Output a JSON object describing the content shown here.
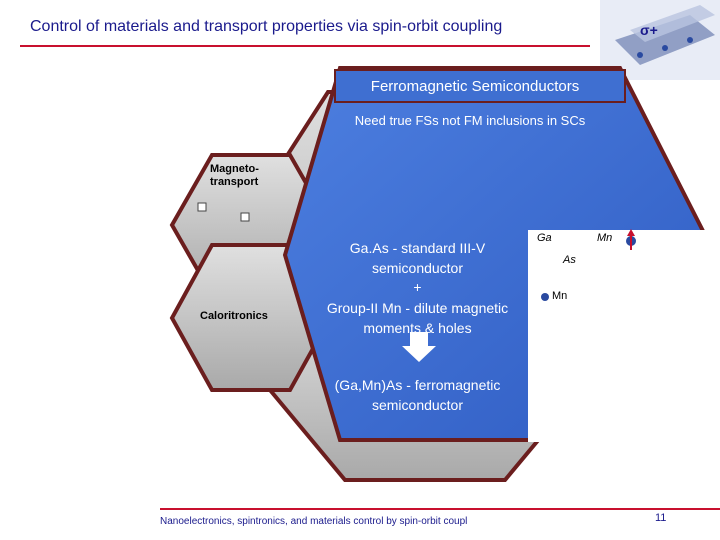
{
  "title": "Control of materials and transport properties via spin-orbit coupling",
  "hexagons": {
    "magnetotransport": "Magneto-\ntransport",
    "caloritronics": "Caloritronics"
  },
  "main": {
    "header": "Ferromagnetic Semiconductors",
    "subheader": "Need true FSs not FM inclusions in SCs",
    "line1": "Ga.As - standard III-V semiconductor",
    "plus": "+",
    "line2": "Group-II Mn - dilute magnetic moments & holes",
    "line3": "(Ga,Mn)As - ferromagnetic semiconductor"
  },
  "crystal": {
    "ga": "Ga",
    "mn_top": "Mn",
    "as": "As",
    "mn_bottom": "Mn"
  },
  "logo_symbol": "σ+",
  "footer": "Nanoelectronics, spintronics, and materials control by spin-orbit coupl",
  "page_number": "11",
  "colors": {
    "title": "#1a1a8c",
    "rule": "#c8102e",
    "panel": "#3f6fd1",
    "hex_gray": "#c9c9c9",
    "hex_border": "#6b1e1e"
  }
}
